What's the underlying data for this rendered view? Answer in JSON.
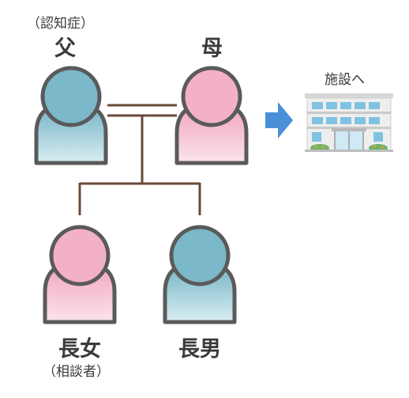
{
  "people": {
    "father": {
      "name": "父",
      "note": "（認知症）"
    },
    "mother": {
      "name": "母"
    },
    "eldest_daughter": {
      "name": "長女",
      "note": "（相談者）"
    },
    "eldest_son": {
      "name": "長男"
    }
  },
  "facility": {
    "label": "施設へ"
  },
  "colors": {
    "male_fill": "#7bb8c9",
    "female_fill": "#f3b1c8",
    "outline": "#5a5a5a",
    "line": "#6a4a3a",
    "arrow": "#4a90d9"
  },
  "icons": {
    "person": "person-silhouette-icon",
    "arrow": "arrow-right-icon",
    "facility": "building-icon"
  }
}
